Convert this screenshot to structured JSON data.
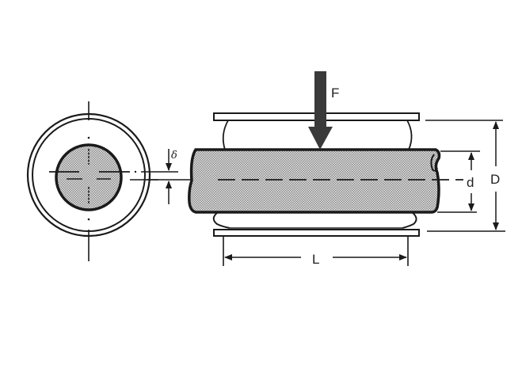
{
  "diagram": {
    "type": "engineering-drawing",
    "subject": "cylindrical roller compressed between two flat plates",
    "views": [
      {
        "name": "end-view",
        "description": "circular cross-section of roller inside ring"
      },
      {
        "name": "side-view",
        "description": "roller pressed between two plates with applied force"
      }
    ],
    "labels": {
      "force": "F",
      "deflection": "δ",
      "roller_diameter": "d",
      "overall_height": "D",
      "length": "L"
    },
    "colors": {
      "line": "#1a1a1a",
      "fill_roller": "#b8b8b8",
      "background": "#ffffff",
      "arrow": "#3a3a3a"
    }
  }
}
